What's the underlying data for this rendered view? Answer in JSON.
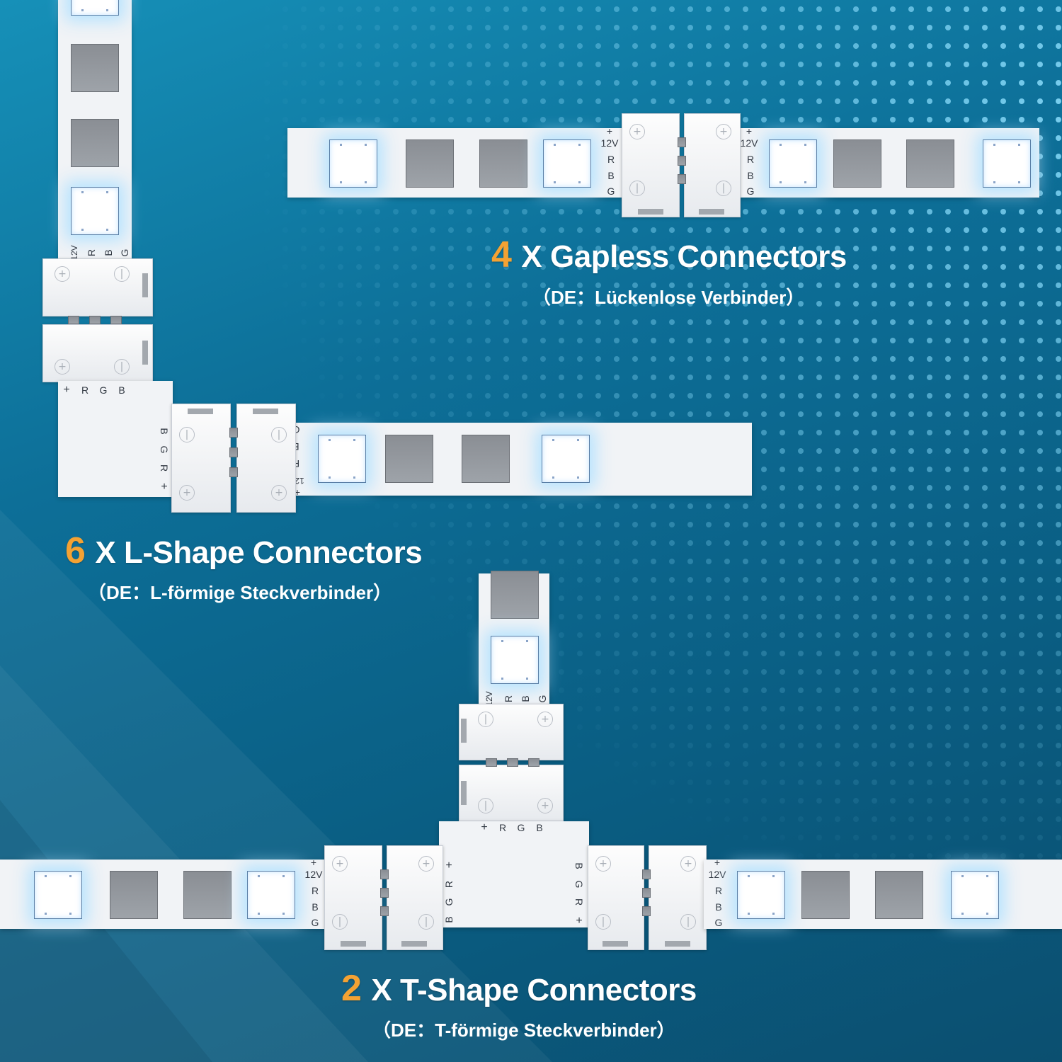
{
  "pin_labels": {
    "plus": "+",
    "volt": "12V",
    "r": "R",
    "g": "G",
    "b": "B"
  },
  "gapless": {
    "count": "4",
    "title": "X Gapless Connectors",
    "subtitle": "（DE：Lückenlose Verbinder）"
  },
  "lshape": {
    "count": "6",
    "title": "X L-Shape Connectors",
    "subtitle": "（DE：L-förmige Steckverbinder）"
  },
  "tshape": {
    "count": "2",
    "title": "X T-Shape Connectors",
    "subtitle": "（DE：T-förmige Steckverbinder）"
  },
  "colors": {
    "accent": "#f4a233",
    "text": "#ffffff",
    "background": "#0d6f98"
  }
}
